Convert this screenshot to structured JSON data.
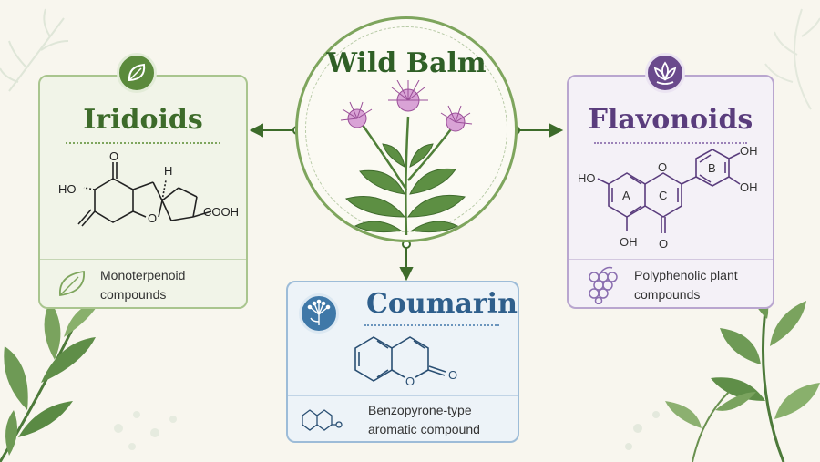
{
  "center": {
    "title": "Wild Balm"
  },
  "iridoids": {
    "title": "Iridoids",
    "caption_line1": "Monoterpenoid",
    "caption_line2": "compounds",
    "structure_labels": {
      "ho": "HO",
      "o_top": "O",
      "h": "H",
      "o_ring": "O",
      "cooh": "COOH"
    },
    "badge_icon": "leaf-icon",
    "caption_icon": "leaf-outline-icon",
    "color": "#5b8a3c"
  },
  "flavonoids": {
    "title": "Flavonoids",
    "caption_line1": "Polyphenolic plant",
    "caption_line2": "compounds",
    "structure_labels": {
      "ho_left": "HO",
      "oh_bottom": "OH",
      "o_bottom": "O",
      "o_ring": "O",
      "ring_a": "A",
      "ring_c": "C",
      "ring_b": "B",
      "oh_top": "OH",
      "oh_right": "OH"
    },
    "badge_icon": "lotus-icon",
    "caption_icon": "grapes-icon",
    "color": "#6a4a8c"
  },
  "coumarin": {
    "title": "Coumarin",
    "caption_line1": "Benzopyrone-type",
    "caption_line2": "aromatic compound",
    "structure_labels": {
      "o_ring": "O",
      "o_carbonyl": "O"
    },
    "badge_icon": "flower-umbel-icon",
    "caption_icon": "coumarin-mini-structure-icon",
    "color": "#3f78a8"
  }
}
